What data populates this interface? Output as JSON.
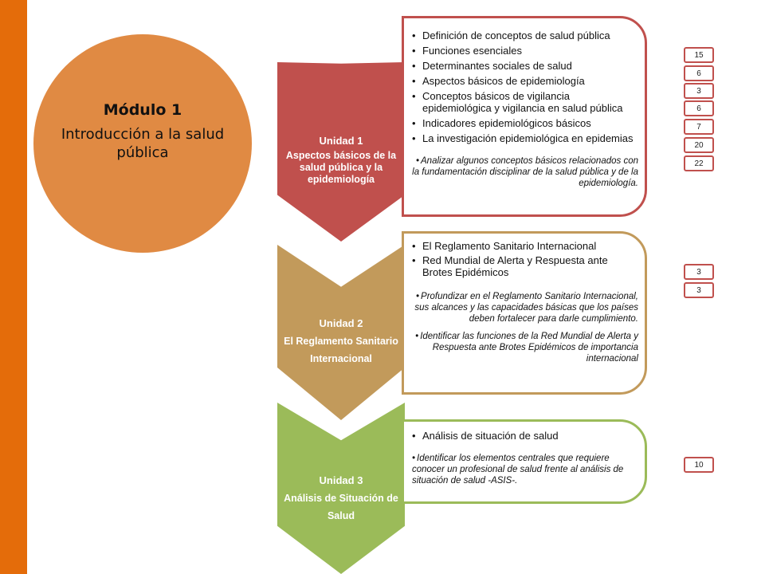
{
  "module": {
    "title": "Módulo 1",
    "subtitle": "Introducción a la salud pública"
  },
  "units": [
    {
      "name": "Unidad 1",
      "desc": "Aspectos básicos de la salud pública y la epidemiología",
      "topics": [
        "Definición de conceptos de salud pública",
        "Funciones esenciales",
        "Determinantes sociales de salud",
        "Aspectos básicos de epidemiología",
        "Conceptos básicos de vigilancia epidemiológica y vigilancia en salud pública",
        "Indicadores epidemiológicos básicos",
        "La investigación epidemiológica en epidemias"
      ],
      "objectives": [
        "Analizar algunos conceptos básicos relacionados con la fundamentación disciplinar de la salud pública y de la epidemiología."
      ]
    },
    {
      "name": "Unidad 2",
      "desc": "El Reglamento Sanitario Internacional",
      "topics": [
        "El Reglamento Sanitario Internacional",
        "Red Mundial de Alerta y Respuesta ante Brotes Epidémicos"
      ],
      "objectives": [
        "Profundizar en el Reglamento Sanitario Internacional, sus alcances y las capacidades básicas que los países deben fortalecer para darle cumplimiento.",
        "Identificar las funciones de la Red Mundial de Alerta y Respuesta ante Brotes Epidémicos de importancia internacional"
      ]
    },
    {
      "name": "Unidad 3",
      "desc": "Análisis de Situación de Salud",
      "topics": [
        "Análisis de situación de salud"
      ],
      "objectives": [
        "Identificar los elementos centrales que requiere conocer un profesional de salud frente al análisis de situación de salud -ASIS-."
      ]
    }
  ],
  "badges": {
    "unit1": [
      "15",
      "6",
      "3",
      "6",
      "7",
      "20",
      "22"
    ],
    "unit2": [
      "3",
      "3"
    ],
    "unit3": [
      "10"
    ]
  },
  "colors": {
    "left_bar": "#e46c0a",
    "module_circle": "#e08a43",
    "unit1": "#c0504d",
    "unit2": "#c29a5b",
    "unit3": "#9bbb59",
    "badge_border": "#c0504d"
  }
}
